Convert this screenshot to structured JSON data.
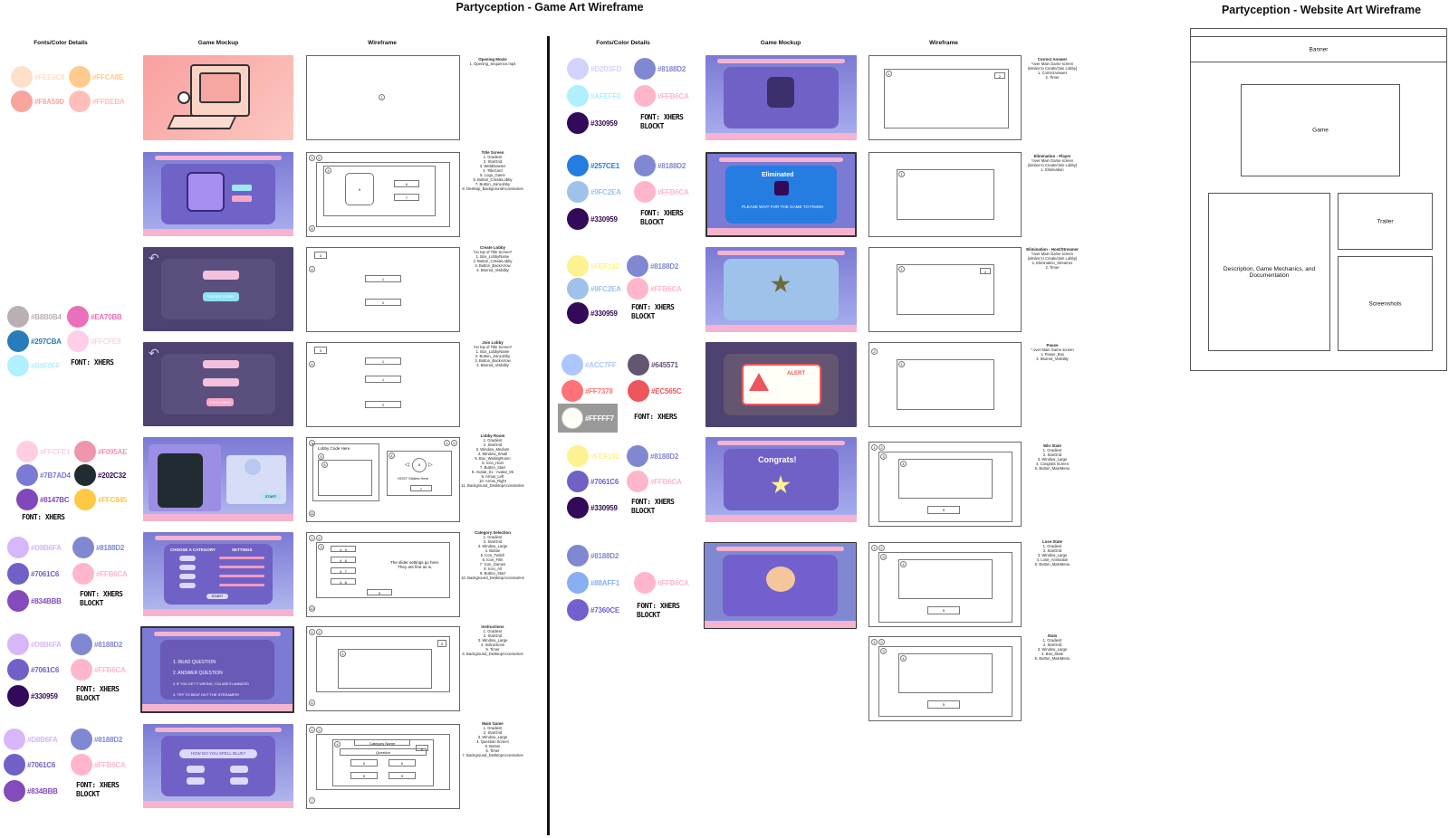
{
  "titles": {
    "game": "Partyception - Game Art Wireframe",
    "website": "Partyception - Website Art Wireframe"
  },
  "headers": {
    "fonts": "Fonts/Color Details",
    "mockup": "Game Mockup",
    "wireframe": "Wireframe"
  },
  "font_labels": {
    "xhers": "FONT: XHERS",
    "xhers_blockt": "FONT: XHERS\nBLOCKT"
  },
  "swatch_groups": [
    [
      {
        "hex": "#FEE0C8",
        "label": "#FEE0C8"
      },
      {
        "hex": "#FFCA8E",
        "label": "#FFCA8E"
      },
      {
        "hex": "#F8A59D",
        "label": "#F8A59D"
      },
      {
        "hex": "#FFBEBA",
        "label": "#FFBEBA"
      }
    ],
    [
      {
        "hex": "#B8B0B4",
        "label": "#B8B0B4"
      },
      {
        "hex": "#EA70BB",
        "label": "#EA70BB"
      },
      {
        "hex": "#297CBA",
        "label": "#297CBA"
      },
      {
        "hex": "#FFCFE9",
        "label": "#FFCFE9"
      },
      {
        "hex": "#B0F0FF",
        "label": "#B0F0FF"
      }
    ],
    [
      {
        "hex": "#FFCFE1",
        "label": "#FFCFE1"
      },
      {
        "hex": "#F095AE",
        "label": "#F095AE"
      },
      {
        "hex": "#7B7AD4",
        "label": "#7B7AD4"
      },
      {
        "hex": "#202C32",
        "label": "#202C32"
      },
      {
        "hex": "#8147BC",
        "label": "#8147BC"
      },
      {
        "hex": "#FFC845",
        "label": "#FFC845"
      }
    ],
    [
      {
        "hex": "#D8B6FA",
        "label": "#D8B6FA"
      },
      {
        "hex": "#8188D2",
        "label": "#8188D2"
      },
      {
        "hex": "#7061C6",
        "label": "#7061C6"
      },
      {
        "hex": "#FFB6CA",
        "label": "#FFB6CA"
      },
      {
        "hex": "#834BBB",
        "label": "#834BBB"
      }
    ],
    [
      {
        "hex": "#D8B6FA",
        "label": "#D8B6FA"
      },
      {
        "hex": "#8188D2",
        "label": "#8188D2"
      },
      {
        "hex": "#7061C6",
        "label": "#7061C6"
      },
      {
        "hex": "#FFB6CA",
        "label": "#FFB6CA"
      },
      {
        "hex": "#330959",
        "label": "#330959"
      }
    ],
    [
      {
        "hex": "#D8B6FA",
        "label": "#D8B6FA"
      },
      {
        "hex": "#8188D2",
        "label": "#8188D2"
      },
      {
        "hex": "#7061C6",
        "label": "#7061C6"
      },
      {
        "hex": "#FFB6CA",
        "label": "#FFB6CA"
      },
      {
        "hex": "#834BBB",
        "label": "#834BBB"
      }
    ],
    [
      {
        "hex": "#D2D3FD",
        "label": "#D2D3FD"
      },
      {
        "hex": "#8188D2",
        "label": "#8188D2"
      },
      {
        "hex": "#AFEFFE",
        "label": "#AFEFFE"
      },
      {
        "hex": "#FFB6CA",
        "label": "#FFB6CA"
      },
      {
        "hex": "#330959",
        "label": "#330959"
      }
    ],
    [
      {
        "hex": "#257CE1",
        "label": "#257CE1"
      },
      {
        "hex": "#8188D2",
        "label": "#8188D2"
      },
      {
        "hex": "#9FC2EA",
        "label": "#9FC2EA"
      },
      {
        "hex": "#FFB6CA",
        "label": "#FFB6CA"
      },
      {
        "hex": "#330959",
        "label": "#330959"
      }
    ],
    [
      {
        "hex": "#FEF192",
        "label": "#FEF192"
      },
      {
        "hex": "#8188D2",
        "label": "#8188D2"
      },
      {
        "hex": "#9FC2EA",
        "label": "#9FC2EA"
      },
      {
        "hex": "#FFB6CA",
        "label": "#FFB6CA"
      },
      {
        "hex": "#330959",
        "label": "#330959"
      }
    ],
    [
      {
        "hex": "#ACC7FF",
        "label": "#ACC7FF"
      },
      {
        "hex": "#645571",
        "label": "#645571"
      },
      {
        "hex": "#FF7378",
        "label": "#FF7378"
      },
      {
        "hex": "#EC565C",
        "label": "#EC565C"
      },
      {
        "hex": "#FFFFF7",
        "label": "#FFFFF7"
      }
    ],
    [
      {
        "hex": "#FEF192",
        "label": "#FEF192"
      },
      {
        "hex": "#8188D2",
        "label": "#8188D2"
      },
      {
        "hex": "#7061C6",
        "label": "#7061C6"
      },
      {
        "hex": "#FFB6CA",
        "label": "#FFB6CA"
      },
      {
        "hex": "#330959",
        "label": "#330959"
      }
    ],
    [
      {
        "hex": "#8188D2",
        "label": "#8188D2"
      },
      {
        "hex": "#88AFF1",
        "label": "#88AFF1"
      },
      {
        "hex": "#FFB6CA",
        "label": "#FFB6CA"
      },
      {
        "hex": "#7360CE",
        "label": "#7360CE"
      }
    ]
  ],
  "notes": [
    "Opening Movie\n1. Opening_Sequence.mp4",
    "Title Screen\n1. Gradient\n2. StarGrid\n3. WebBrowser\n4. TitleCard\n5. Logo_Game\n6. Button_CreateLobby\n7. Button_JoinLobby\n8. Desktop_BackgroundAccessories",
    "Create Lobby\n*on top of Title Screen*\n1. Box_LobbyName\n2. Button_CreateLobby\n3. Button_BackArrow\n4. Blurred_Visibility",
    "Join Lobby\n*on top of Title Screen*\n1. Box_LobbyName\n2. Button_JoinLobby\n3. Button_BackArrow\n4. Blurred_Visibility",
    "Lobby Room\n1. Gradient\n2. StarGrid\n3. Window_Medium\n4. Window_Small\n5. Box_WaitingRoom\n6. Icon_Host\n7. Button_Start\n8. Avatar_01 - Avatar_06\n9. Arrow_Left\n10. Arrow_Right\n11. Background_DesktopAccessories",
    "Category Selection\n1. Gradient\n2. StarGrid\n3. Window_Large\n4. Button\n5. Icon_Twitch\n6. Icon_Film\n7. Icon_Games\n8. Icon_All\n9. Button_Start\n10. Background_DesktopAccessories",
    "Instructions\n1. Gradient\n2. StarGrid\n3. Window_Large\n4. Instructions\n5. Timer\n6. Background_DesktopAccessories",
    "Main Game\n1. Gradient\n2. StarGrid\n3. Window_Large\n4. Question Screen\n5. Button\n6. Timer\n7. Background_DesktopAccessories",
    "Correct Answer\n*over Main Game screen\n(similar to Create/Join Lobby)\n1. CorrectAnswer\n2. Timer",
    "Elimination - Player\n*over Main Game screen\n(similar to Create/Join Lobby)\n1. Elimination",
    "Elimination - Host/Streamer\n*over Main Game screen\n(similar to Create/Join Lobby)\n1. Elimination_Streamer\n2. Timer",
    "Pause\n* over Main Game screen\n1. Pause_Box\n2. Blurred_Visibility",
    "Win State\n1. Gradient\n2. StarGrid\n3. Window_Large\n4. Congrats Screen\n5. Button_MainMenu",
    "Lose State\n1. Gradient\n2. StarGrid\n3. Window_Large\n4. Lose_Animation\n5. Button_MainMenu",
    "Stats\n1. Gradient\n2. StarGrid\n3. Window_Large\n4. Box_Stats\n5. Button_MainMenu"
  ],
  "wire_text": {
    "lobby_code": "Lobby Code Here",
    "slider_settings": "The slider settings go here.\nThey are fine as is.",
    "sliders_here": "HOST Sliders Here",
    "category_name": "Category Name",
    "question": "Question"
  },
  "mock_text": {
    "question": "HOW DO YOU SPELL BLUE?",
    "start": "START",
    "choose": "CHOOSE A CATEGORY",
    "settings": "SETTINGS",
    "instr1": "1. READ QUESTION",
    "instr2": "2. ANSWER QUESTION",
    "instr3": "3. IF YOU GET IT WRONG, YOU ARE ELIMINATED",
    "instr4": "4. TRY TO BEAT OUT THE STREAMER!",
    "eliminated": "Eliminated",
    "wait": "PLEASE WAIT FOR THE GAME TO FINISH",
    "alert": "ALERT",
    "congrats": "Congrats!",
    "create": "CREATE LOBBY",
    "join": "JOIN LOBBY"
  },
  "website": {
    "banner": "Banner",
    "game": "Game",
    "trailer": "Trailer",
    "description": "Description, Game Mechanics, and\nDocumentation",
    "screenshots": "Screenshots"
  }
}
